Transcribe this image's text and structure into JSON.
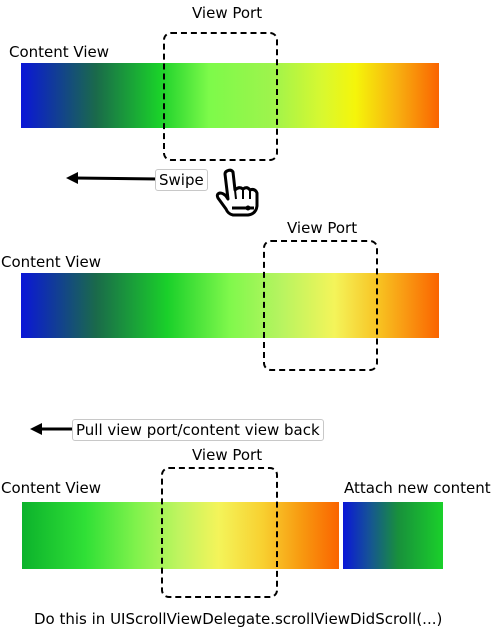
{
  "sections": [
    {
      "viewport_label": "View Port",
      "content_label": "Content View"
    },
    {
      "viewport_label": "View Port",
      "content_label": "Content View"
    },
    {
      "viewport_label": "View Port",
      "content_label": "Content View",
      "attach_label": "Attach new content"
    }
  ],
  "gestures": {
    "swipe_label": "Swipe",
    "pull_label": "Pull view port/content view back"
  },
  "footer": "Do this in UIScrollViewDelegate.scrollViewDidScroll(...)",
  "icons": {
    "hand": "pointing-hand-icon",
    "arrow": "left-arrow-icon"
  }
}
